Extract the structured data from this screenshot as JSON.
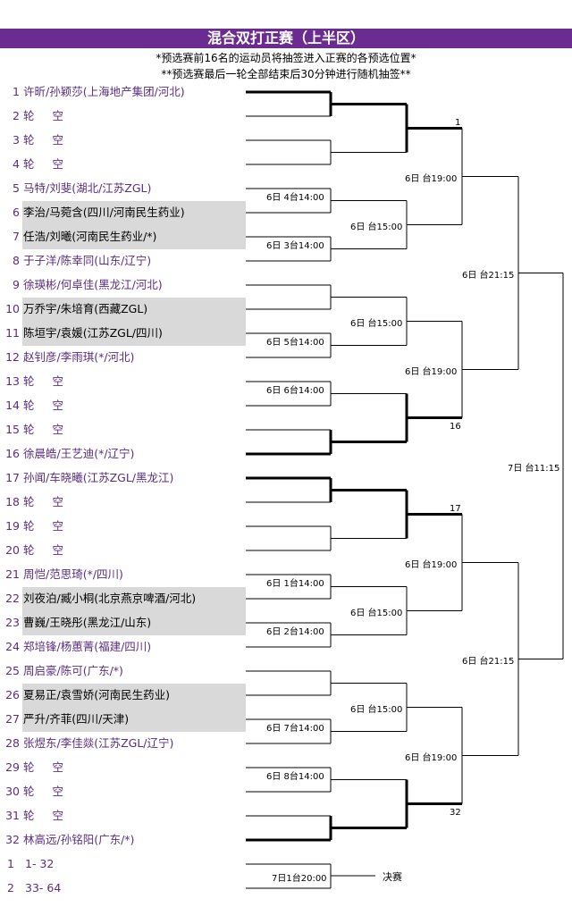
{
  "title": "混合双打正赛（上半区）",
  "notes": [
    "*预选赛前16名的运动员将抽签进入正赛的各预选位置*",
    "**预选赛最后一轮全部结束后30分钟进行随机抽签**"
  ],
  "entries": [
    {
      "num": "1",
      "name": "许昕/孙颖莎(上海地产集团/河北)"
    },
    {
      "num": "2",
      "bye": [
        "轮",
        "空"
      ]
    },
    {
      "num": "3",
      "bye": [
        "轮",
        "空"
      ]
    },
    {
      "num": "4",
      "bye": [
        "轮",
        "空"
      ]
    },
    {
      "num": "5",
      "name": "马特/刘斐(湖北/江苏ZGL)"
    },
    {
      "num": "6",
      "name": "李治/马菀含(四川/河南民生药业)",
      "boxed": true
    },
    {
      "num": "7",
      "name": "任浩/刘曦(河南民生药业/*)",
      "boxed": true
    },
    {
      "num": "8",
      "name": "于子洋/陈幸同(山东/辽宁)"
    },
    {
      "num": "9",
      "name": "徐瑛彬/何卓佳(黑龙江/河北)"
    },
    {
      "num": "10",
      "name": "万乔宇/朱培育(西藏ZGL)",
      "boxed": true
    },
    {
      "num": "11",
      "name": "陈垣宇/袁媛(江苏ZGL/四川)",
      "boxed": true
    },
    {
      "num": "12",
      "name": "赵钊彦/李雨琪(*/河北)"
    },
    {
      "num": "13",
      "bye": [
        "轮",
        "空"
      ]
    },
    {
      "num": "14",
      "bye": [
        "轮",
        "空"
      ]
    },
    {
      "num": "15",
      "bye": [
        "轮",
        "空"
      ]
    },
    {
      "num": "16",
      "name": "徐晨皓/王艺迪(*/辽宁)"
    },
    {
      "num": "17",
      "name": "孙闻/车晓曦(江苏ZGL/黑龙江)"
    },
    {
      "num": "18",
      "bye": [
        "轮",
        "空"
      ]
    },
    {
      "num": "19",
      "bye": [
        "轮",
        "空"
      ]
    },
    {
      "num": "20",
      "bye": [
        "轮",
        "空"
      ]
    },
    {
      "num": "21",
      "name": "周恺/范思琦(*/四川)"
    },
    {
      "num": "22",
      "name": "刘夜泊/臧小桐(北京燕京啤酒/河北)",
      "boxed": true
    },
    {
      "num": "23",
      "name": "曹巍/王晓彤(黑龙江/山东)",
      "boxed": true
    },
    {
      "num": "24",
      "name": "郑培锋/杨蕙菁(福建/四川)"
    },
    {
      "num": "25",
      "name": "周启豪/陈可(广东/*)"
    },
    {
      "num": "26",
      "name": "夏易正/袁雪娇(河南民生药业)",
      "boxed": true
    },
    {
      "num": "27",
      "name": "严升/齐菲(四川/天津)",
      "boxed": true
    },
    {
      "num": "28",
      "name": "张煜东/李佳燚(江苏ZGL/辽宁)"
    },
    {
      "num": "29",
      "bye": [
        "轮",
        "空"
      ]
    },
    {
      "num": "30",
      "bye": [
        "轮",
        "空"
      ]
    },
    {
      "num": "31",
      "bye": [
        "轮",
        "空"
      ]
    },
    {
      "num": "32",
      "name": "林高远/孙铭阳(广东/*)"
    }
  ],
  "r1_times": [
    "6日 4台14:00",
    "6日 3台14:00",
    "6日 5台14:00",
    "6日 6台14:00",
    "6日 1台14:00",
    "6日 2台14:00",
    "6日 7台14:00",
    "6日 8台14:00"
  ],
  "r2_times": [
    "6日 台15:00",
    "6日 台15:00",
    "6日 台15:00",
    "6日 台15:00"
  ],
  "r3_times": [
    "6日 台19:00",
    "6日 台19:00",
    "6日 台19:00",
    "6日 台19:00"
  ],
  "r4_times": [
    "6日 台21:15",
    "6日 台21:15"
  ],
  "final_time": "7日 台11:15",
  "seed_labels": [
    "1",
    "16",
    "17",
    "32"
  ],
  "bottom": {
    "rows": [
      {
        "num": "1",
        "range": "1- 32"
      },
      {
        "num": "2",
        "range": "33- 64"
      }
    ],
    "time": "7日1台20:00",
    "final_label": "决赛"
  },
  "colors": {
    "title_bg": "#6a2c91",
    "name_text": "#5a2d82",
    "seed_box": "#d9d9d9"
  }
}
